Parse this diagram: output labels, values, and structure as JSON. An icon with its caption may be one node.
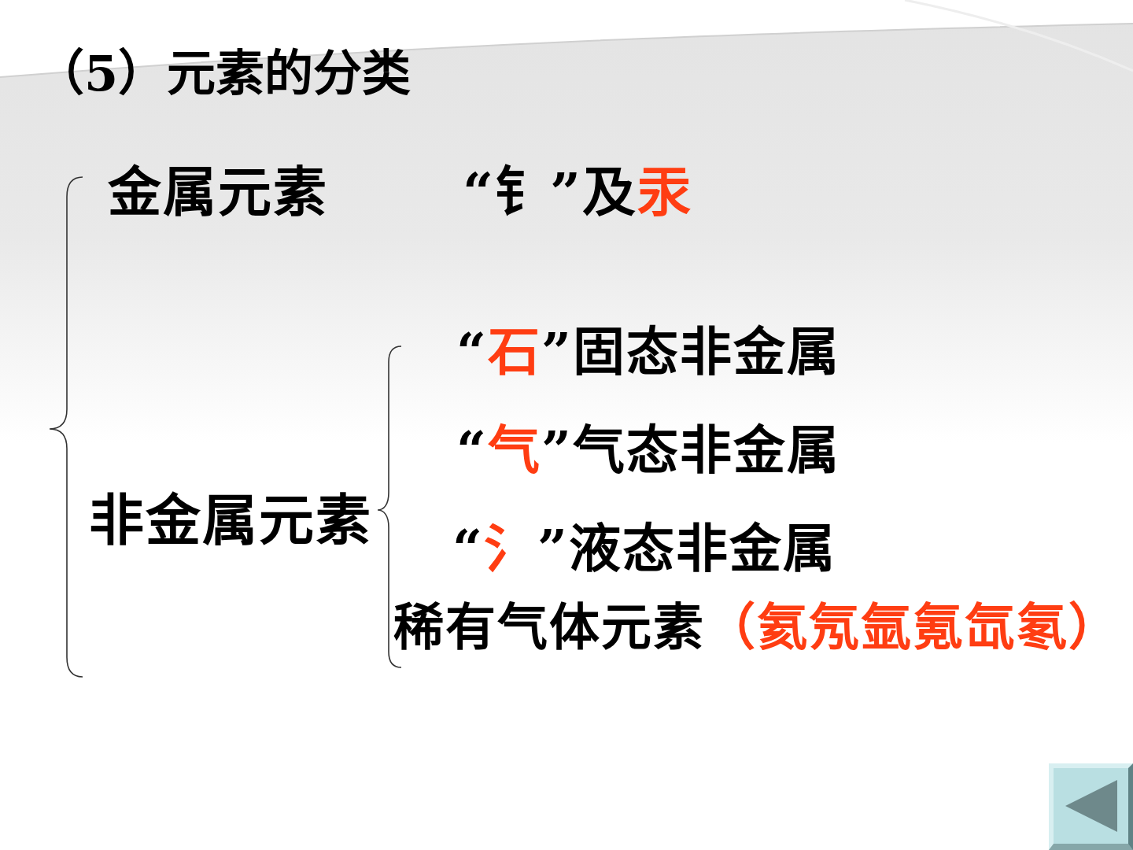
{
  "diagram": {
    "title": "（5）元素的分类",
    "labels": [
      "金属元素",
      "“钅”及汞",
      "非金属元素",
      "“石”固态非金属",
      "“气”气态非金属",
      "“氵”液态非金属",
      "稀有气体元素（氦氖氩氪氙氡）"
    ]
  }
}
